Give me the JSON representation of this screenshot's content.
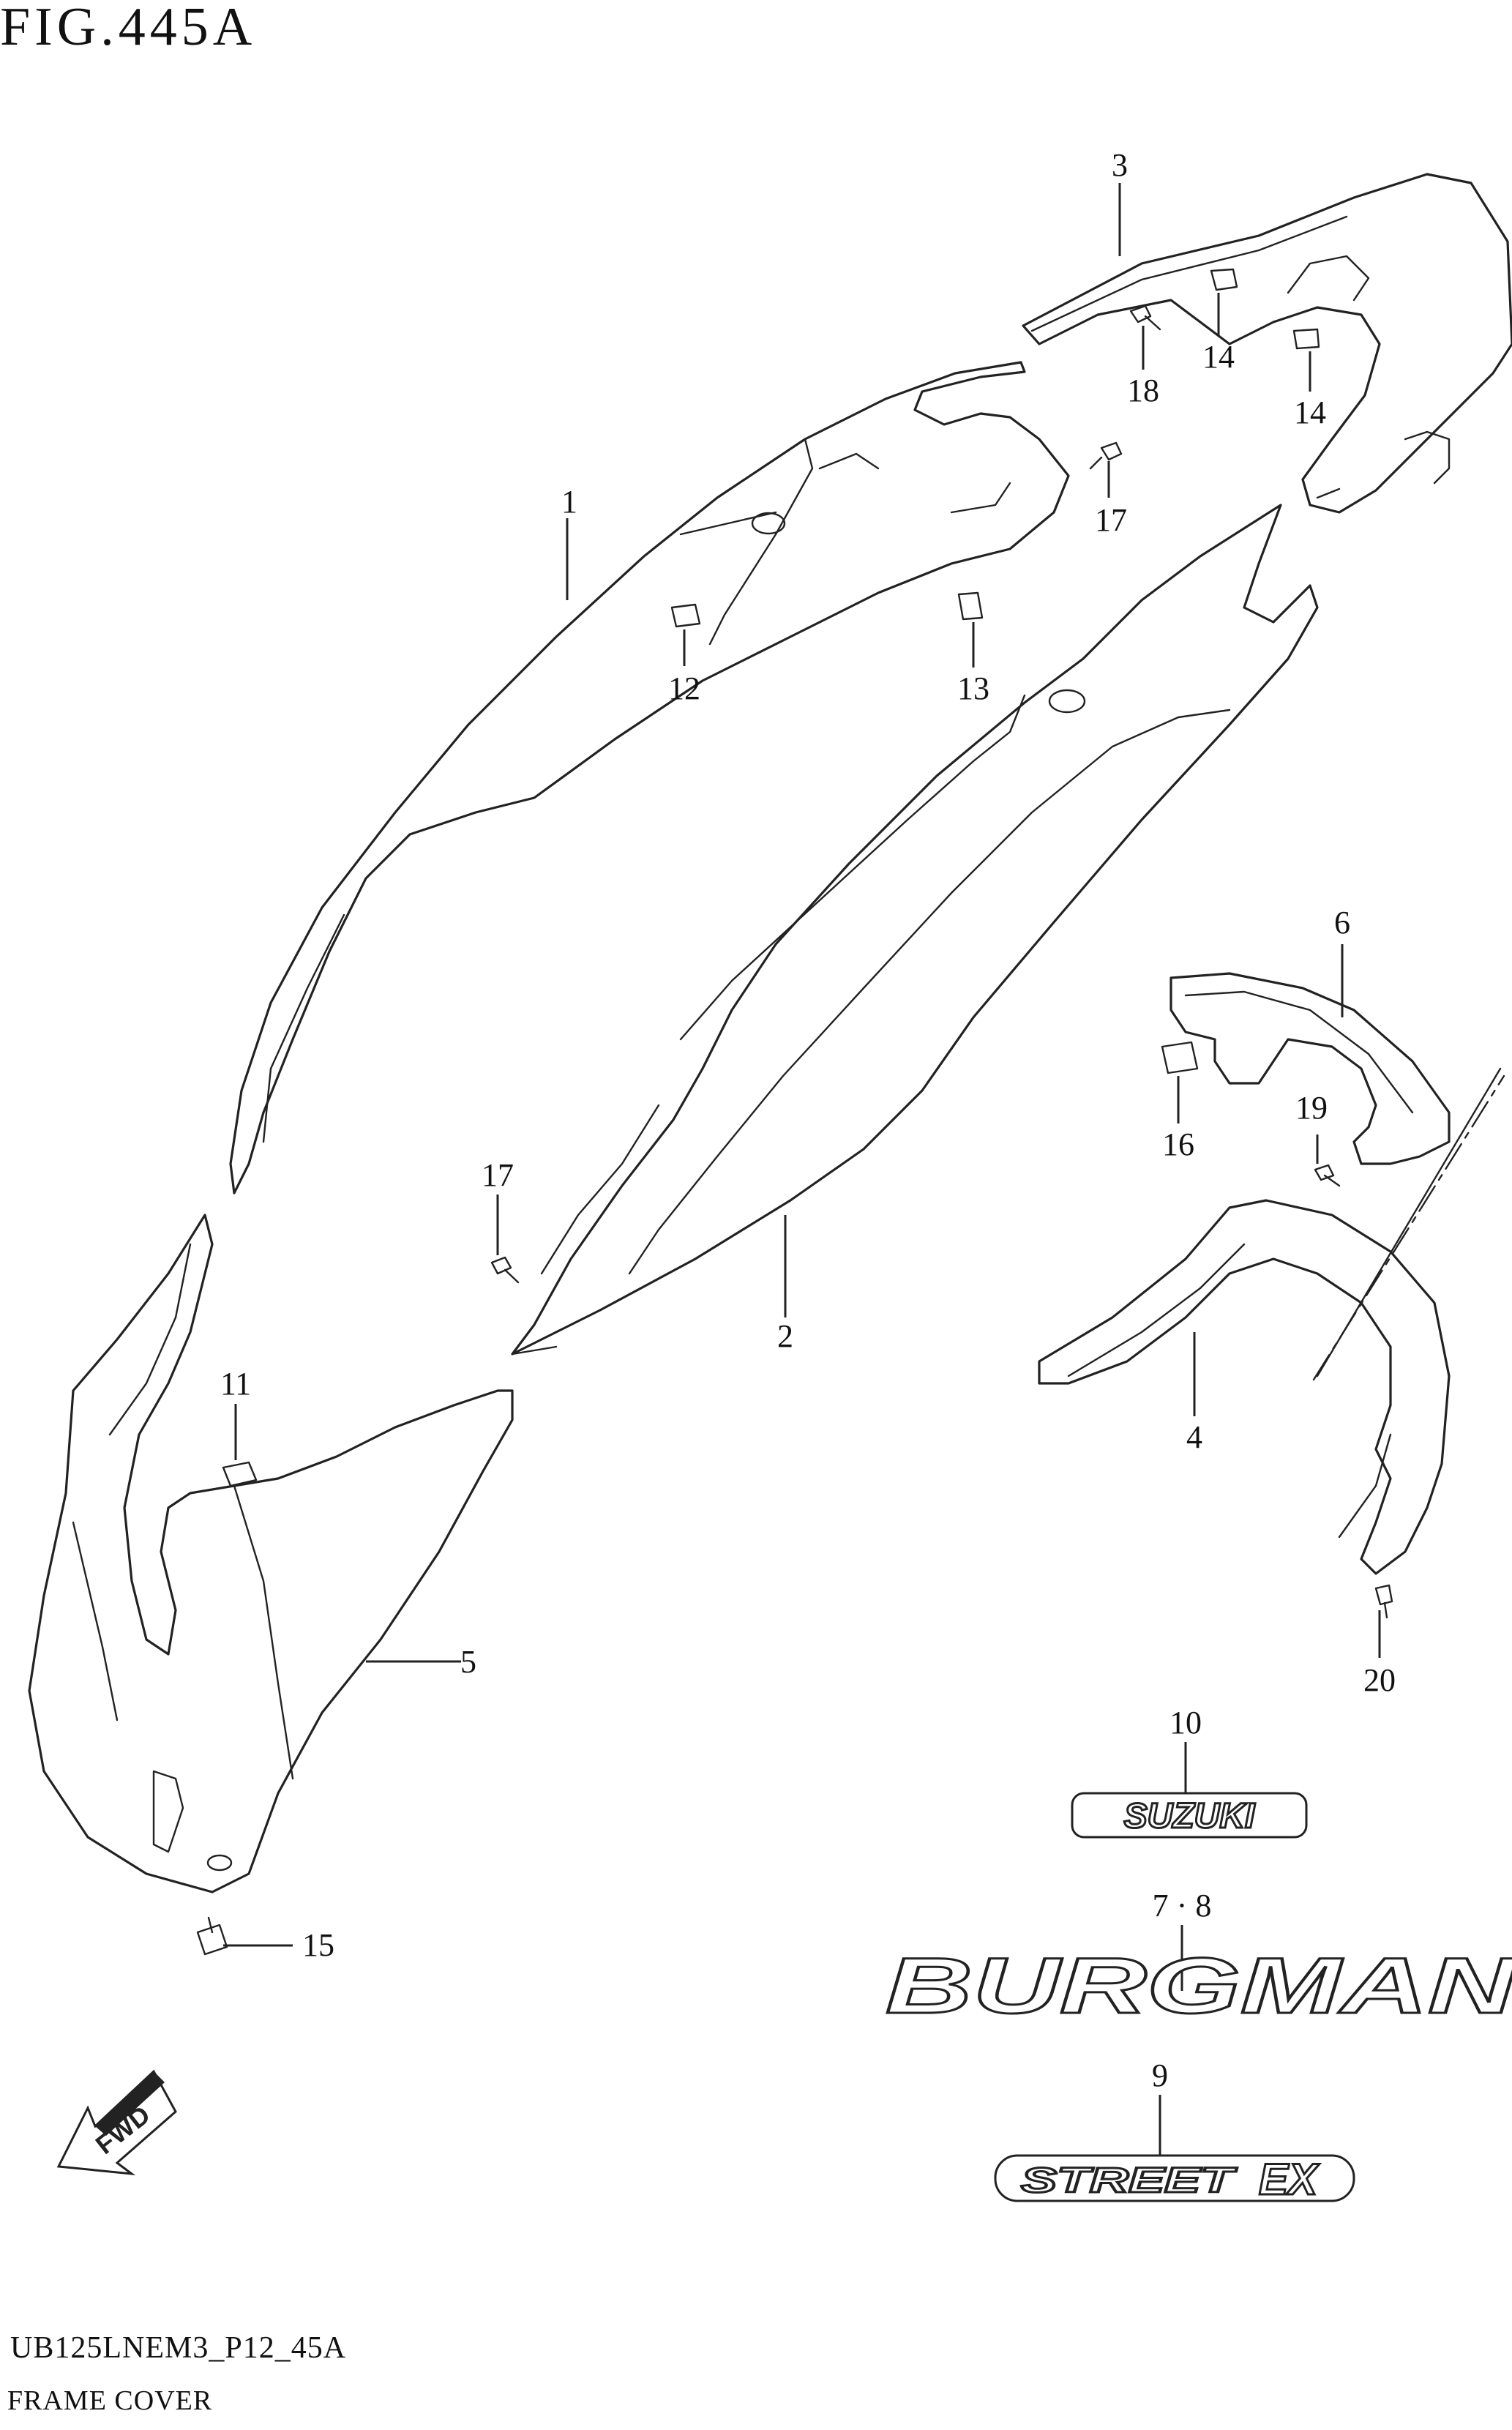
{
  "figure": {
    "title": "FIG.445A",
    "code": "UB125LNEM3_P12_45A",
    "name": "FRAME COVER"
  },
  "callouts": [
    {
      "id": "c1",
      "label": "1"
    },
    {
      "id": "c2",
      "label": "2"
    },
    {
      "id": "c3",
      "label": "3"
    },
    {
      "id": "c4",
      "label": "4"
    },
    {
      "id": "c5",
      "label": "5"
    },
    {
      "id": "c6",
      "label": "6"
    },
    {
      "id": "c78",
      "label": "7 · 8"
    },
    {
      "id": "c9",
      "label": "9"
    },
    {
      "id": "c10",
      "label": "10"
    },
    {
      "id": "c11",
      "label": "11"
    },
    {
      "id": "c12",
      "label": "12"
    },
    {
      "id": "c13",
      "label": "13"
    },
    {
      "id": "c14a",
      "label": "14"
    },
    {
      "id": "c14b",
      "label": "14"
    },
    {
      "id": "c15",
      "label": "15"
    },
    {
      "id": "c16",
      "label": "16"
    },
    {
      "id": "c17a",
      "label": "17"
    },
    {
      "id": "c17b",
      "label": "17"
    },
    {
      "id": "c18",
      "label": "18"
    },
    {
      "id": "c19",
      "label": "19"
    },
    {
      "id": "c20",
      "label": "20"
    }
  ],
  "emblems": {
    "suzuki": "SUZUKI",
    "burgman": "BURGMAN",
    "street": "STREET",
    "ex": "EX"
  },
  "fwd_arrow": "FWD"
}
